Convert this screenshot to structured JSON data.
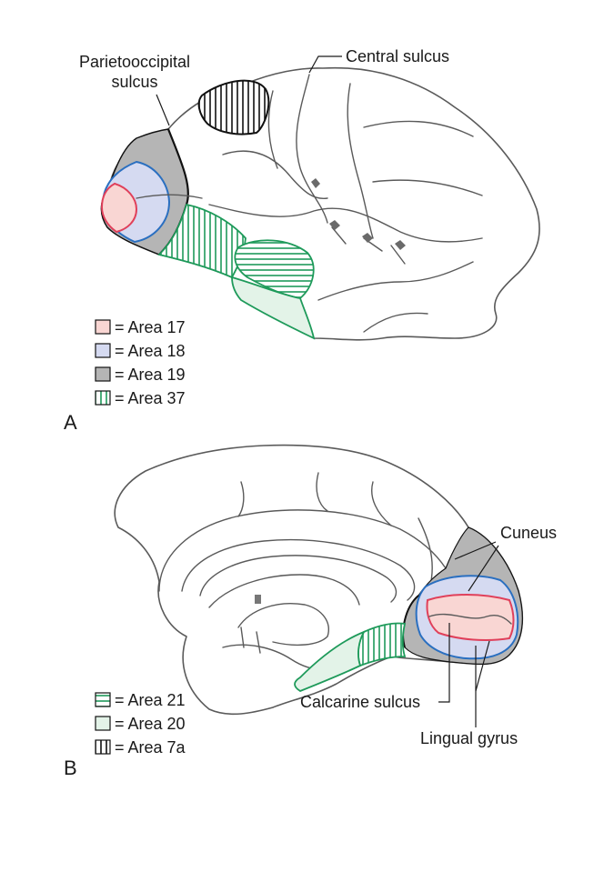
{
  "panel_a": {
    "letter": "A",
    "labels": {
      "parietooccipital_line1": "Parietooccipital",
      "parietooccipital_line2": "sulcus",
      "central_sulcus": "Central sulcus"
    },
    "legend": [
      {
        "text": "= Area 17",
        "swatch": "area17"
      },
      {
        "text": "= Area 18",
        "swatch": "area18"
      },
      {
        "text": "= Area 19",
        "swatch": "area19"
      },
      {
        "text": "= Area 37",
        "swatch": "area37"
      }
    ]
  },
  "panel_b": {
    "letter": "B",
    "labels": {
      "cuneus": "Cuneus",
      "calcarine_sulcus": "Calcarine sulcus",
      "lingual_gyrus": "Lingual gyrus"
    },
    "legend": [
      {
        "text": "= Area 21",
        "swatch": "area21"
      },
      {
        "text": "= Area 20",
        "swatch": "area20"
      },
      {
        "text": "= Area 7a",
        "swatch": "area7a"
      }
    ]
  },
  "colors": {
    "area17_fill": "#f9d6d3",
    "area17_border": "#e0405a",
    "area18_fill": "#d5daf1",
    "area18_border": "#2a6fc0",
    "area19_fill": "#b5b5b5",
    "green": "#1e9a5a",
    "green_fill": "#e3f3e8",
    "outline": "#5a5a5a"
  }
}
